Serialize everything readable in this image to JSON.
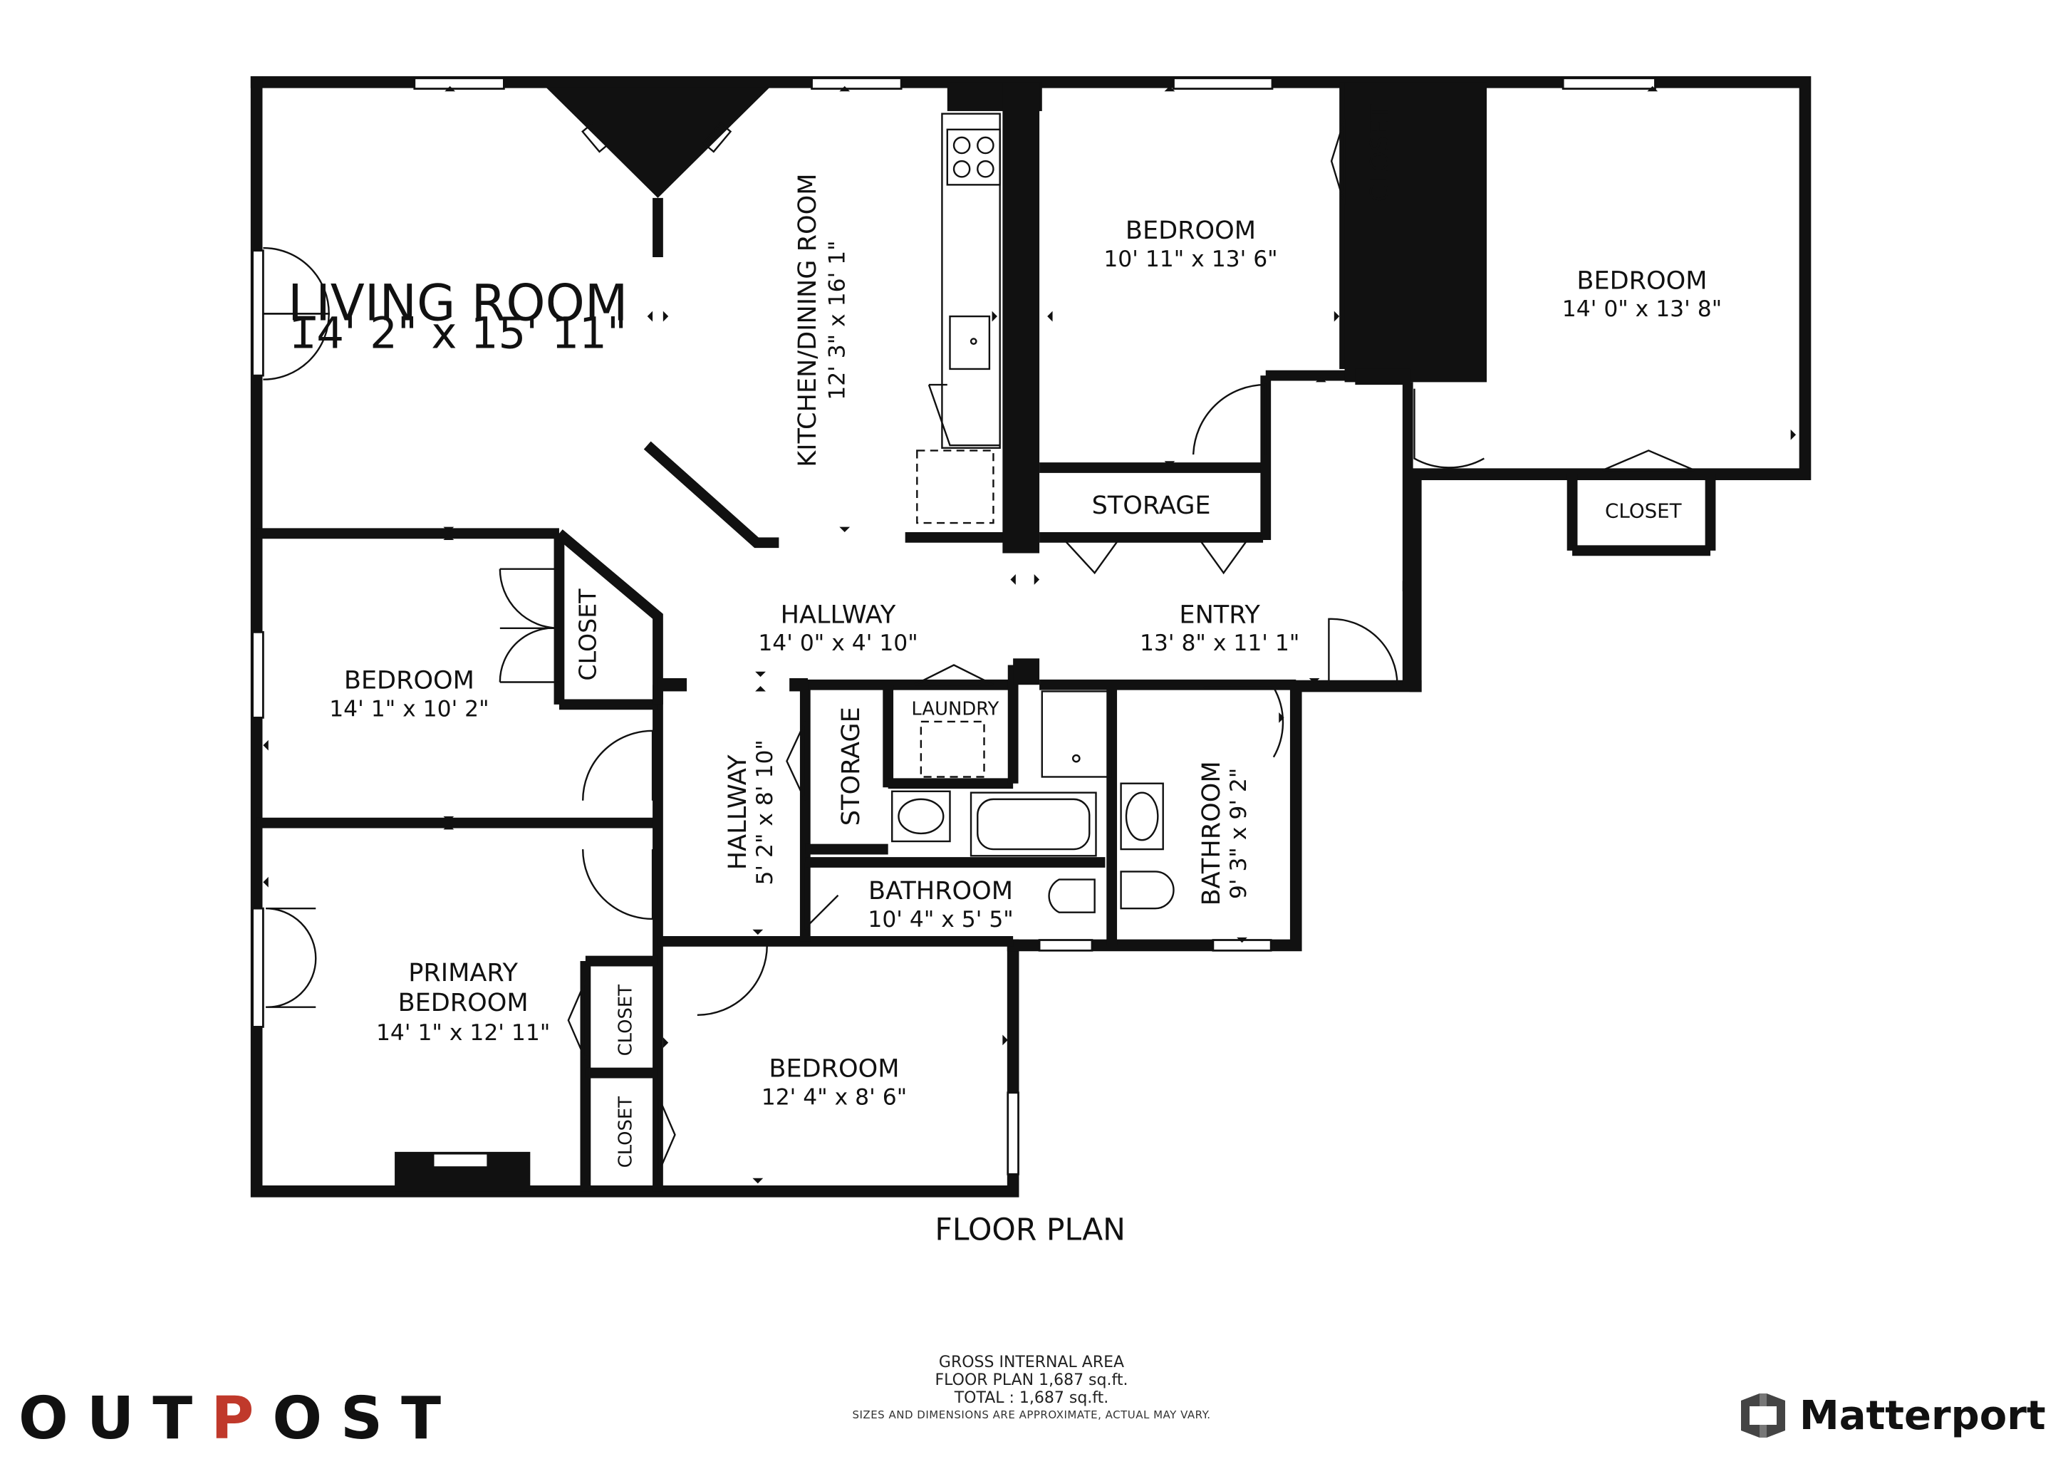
{
  "title": "FLOOR PLAN",
  "rooms": [
    {
      "name": "LIVING ROOM",
      "dims": "14' 2\" x 15' 11\""
    },
    {
      "name": "KITCHEN/DINING ROOM",
      "dims": "12' 3\" x 16' 1\""
    },
    {
      "name": "BEDROOM",
      "dims": "10' 11\" x 13' 6\""
    },
    {
      "name": "BEDROOM",
      "dims": "14' 0\" x 13' 8\""
    },
    {
      "name": "BEDROOM",
      "dims": "14' 1\" x 10' 2\""
    },
    {
      "name": "HALLWAY",
      "dims": "14' 0\" x 4' 10\""
    },
    {
      "name": "ENTRY",
      "dims": "13' 8\" x 11' 1\""
    },
    {
      "name": "HALLWAY",
      "dims": "5' 2\" x 8' 10\""
    },
    {
      "name": "BATHROOM",
      "dims": "10' 4\" x 5' 5\""
    },
    {
      "name": "BATHROOM",
      "dims": "9' 3\" x 9' 2\""
    },
    {
      "name": "PRIMARY",
      "name2": "BEDROOM",
      "dims": "14' 1\" x 12' 11\""
    },
    {
      "name": "BEDROOM",
      "dims": "12' 4\" x 8' 6\""
    }
  ],
  "labels": {
    "storage": "STORAGE",
    "closet": "CLOSET",
    "laundry": "LAUNDRY"
  },
  "footer": {
    "line1": "GROSS INTERNAL AREA",
    "line2": "FLOOR PLAN 1,687 sq.ft.",
    "line3": "TOTAL :  1,687 sq.ft.",
    "note": "SIZES AND DIMENSIONS ARE APPROXIMATE, ACTUAL MAY VARY."
  },
  "brands": {
    "left_pre": "OUT",
    "left_accent": "P",
    "left_post": "OST",
    "right": "Matterport"
  },
  "colors": {
    "wall": "#111111",
    "accent": "#c0392b"
  }
}
